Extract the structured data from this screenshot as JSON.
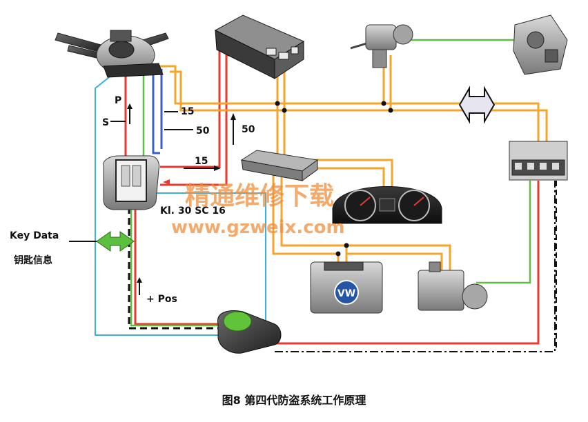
{
  "labels": {
    "p": "P",
    "s": "S",
    "t15a": "15",
    "t50a": "50",
    "t50b": "50",
    "t15b": "15",
    "kl30": "Kl. 30 SC 16",
    "key_data_en": "Key Data",
    "key_data_cn": "钥匙信息",
    "pos": "+ Pos"
  },
  "watermark": {
    "cn": "精通维修下载",
    "url": "www.gzweix.com"
  },
  "logo_text": "VW",
  "caption": "图8  第四代防盗系统工作原理",
  "colors": {
    "red": "#e8382f",
    "orange": "#f6a52b",
    "green": "#5cbf3f",
    "blue": "#3c5ec8",
    "cyan": "#38b1de",
    "watermark": "#ef8e3c"
  }
}
